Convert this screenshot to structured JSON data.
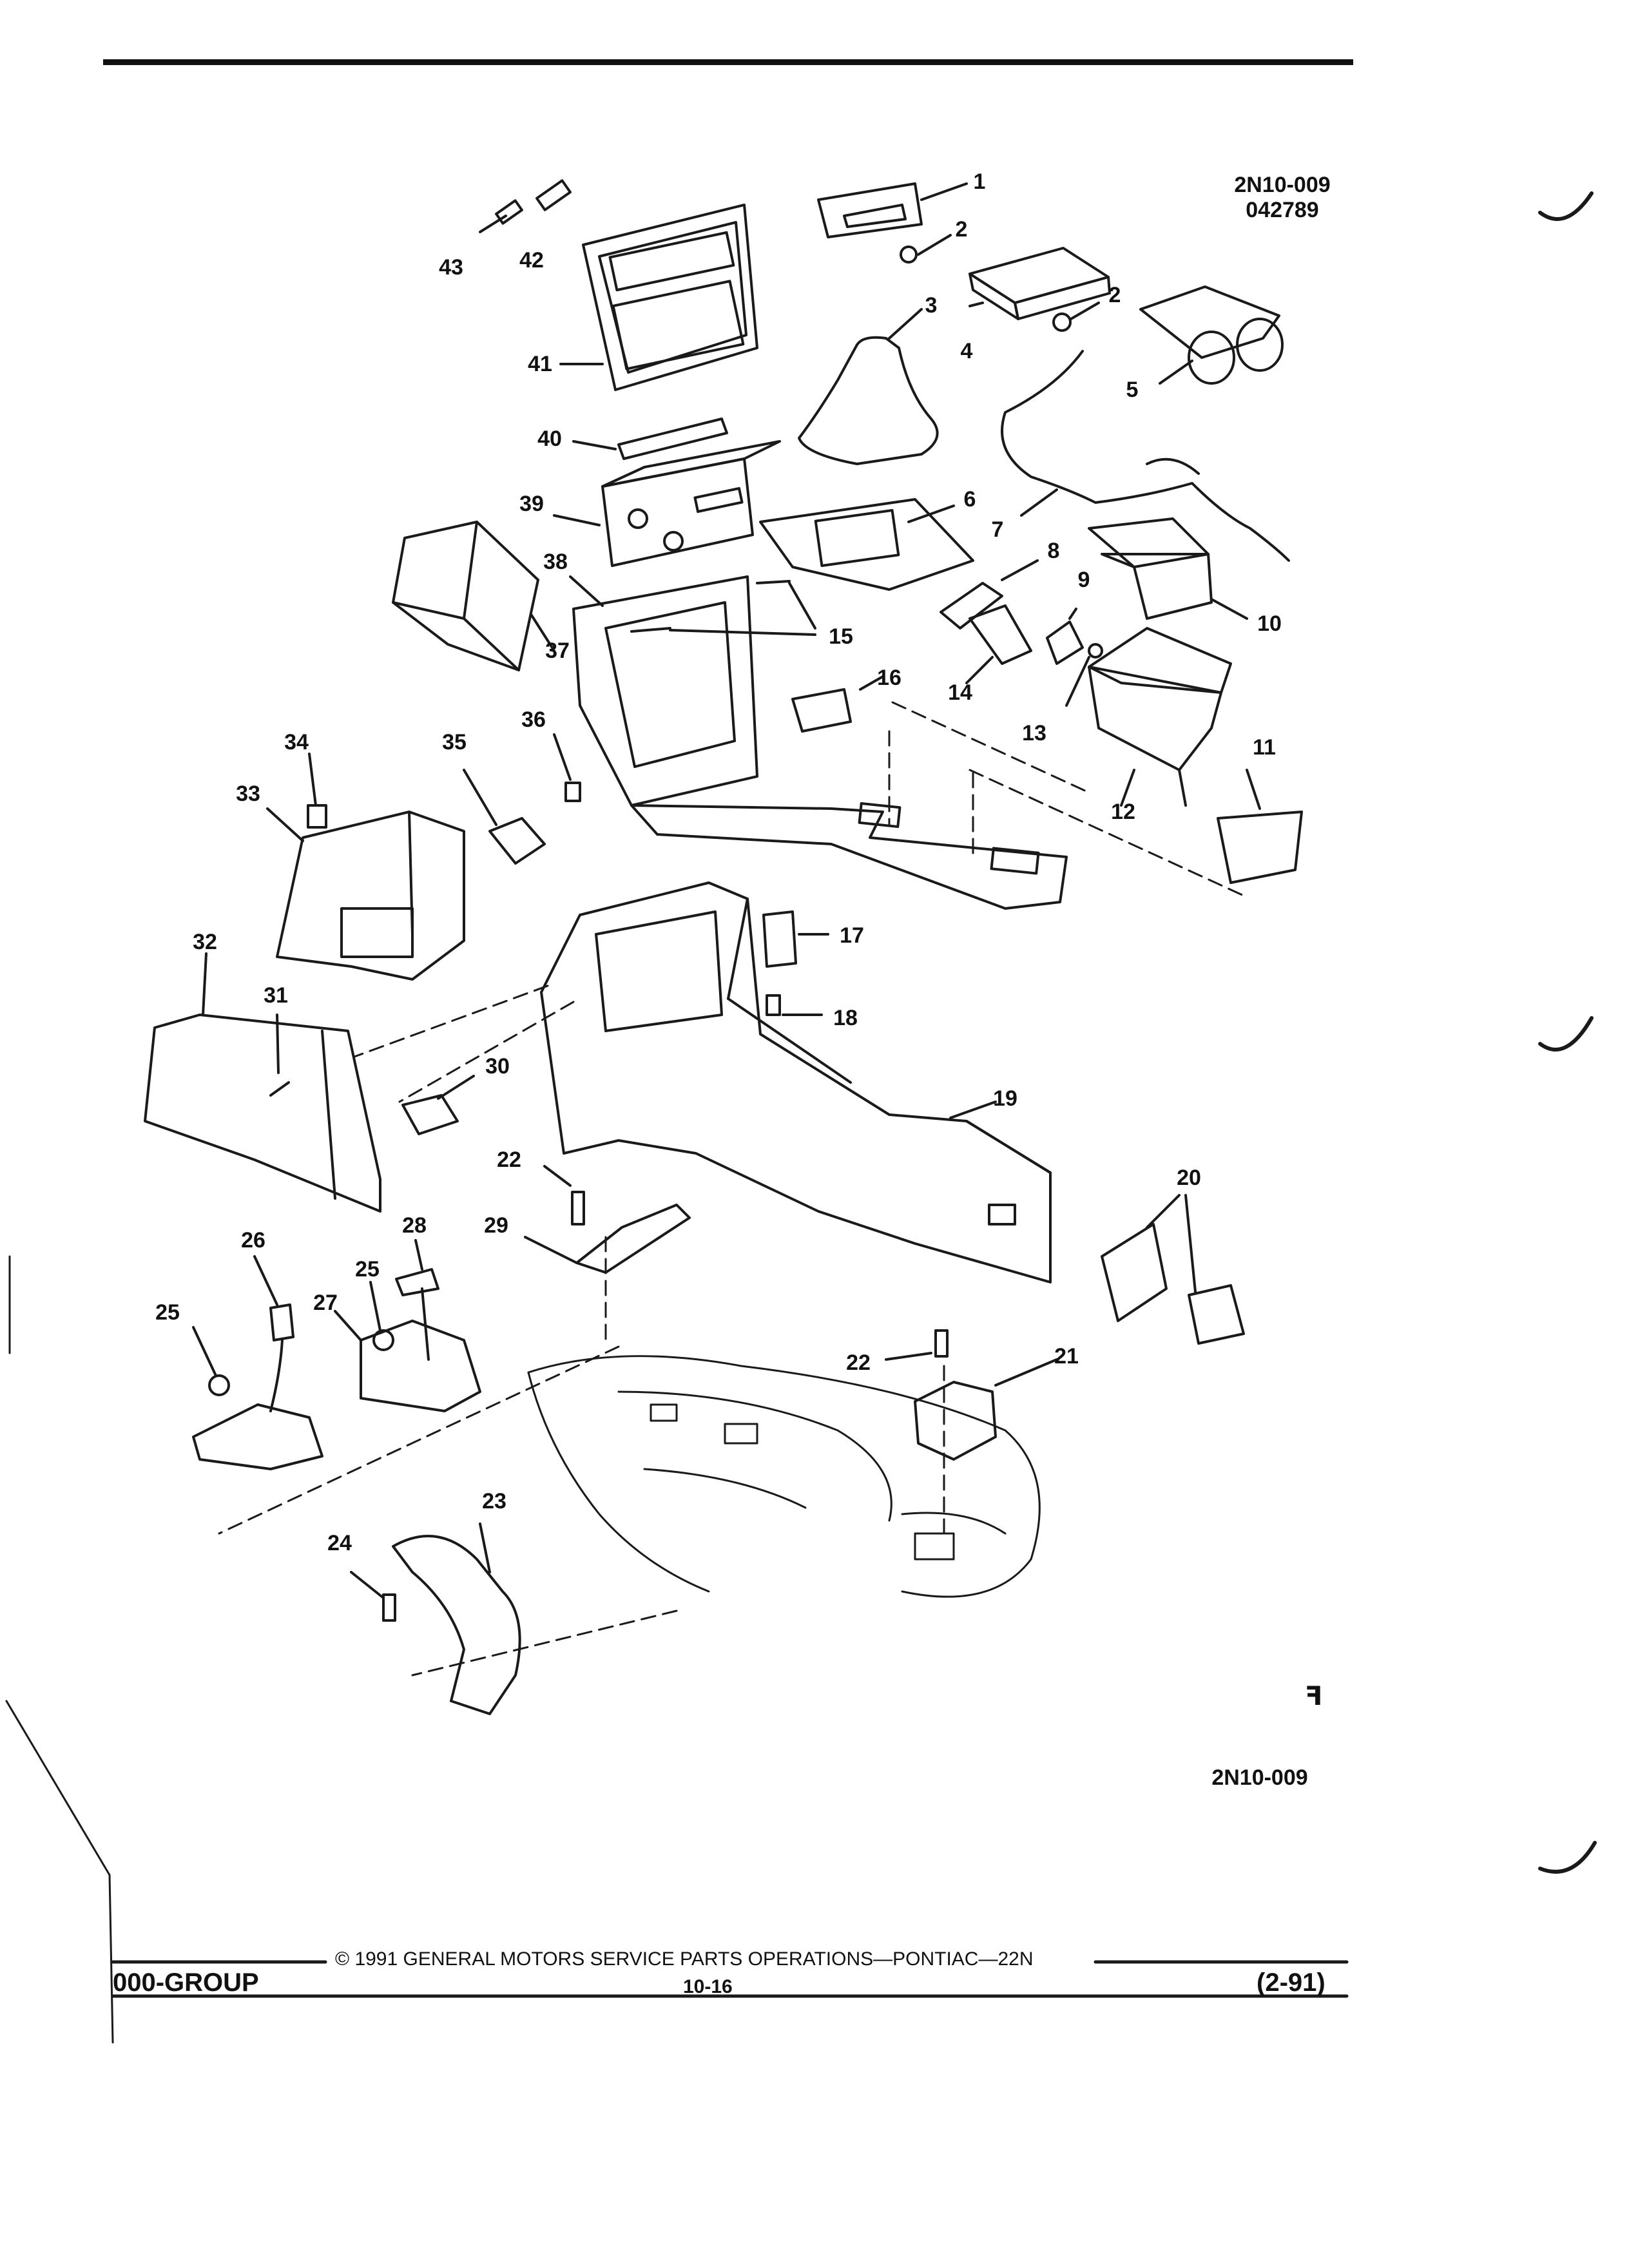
{
  "drawing": {
    "id": "2N10-009",
    "date_code": "042789",
    "bottom_id": "2N10-009",
    "logo_glyph": "ꟻ",
    "logo_icon": "gm-service-parts-icon"
  },
  "callouts": {
    "c1": "1",
    "c2a": "2",
    "c2b": "2",
    "c3": "3",
    "c4": "4",
    "c5": "5",
    "c6": "6",
    "c7": "7",
    "c8": "8",
    "c9": "9",
    "c10": "10",
    "c11": "11",
    "c12": "12",
    "c13": "13",
    "c14": "14",
    "c15": "15",
    "c16": "16",
    "c17": "17",
    "c18": "18",
    "c19": "19",
    "c20": "20",
    "c21": "21",
    "c22a": "22",
    "c22b": "22",
    "c23": "23",
    "c24": "24",
    "c25a": "25",
    "c25b": "25",
    "c26": "26",
    "c27": "27",
    "c28": "28",
    "c29": "29",
    "c30": "30",
    "c31": "31",
    "c32": "32",
    "c33": "33",
    "c34": "34",
    "c35": "35",
    "c36": "36",
    "c37": "37",
    "c38": "38",
    "c39": "39",
    "c40": "40",
    "c41": "41",
    "c42": "42",
    "c43": "43"
  },
  "footer": {
    "group": "000-GROUP",
    "copyright": "© 1991 GENERAL MOTORS SERVICE PARTS OPERATIONS—PONTIAC—22N",
    "page": "10-16",
    "revision": "(2-91)"
  }
}
